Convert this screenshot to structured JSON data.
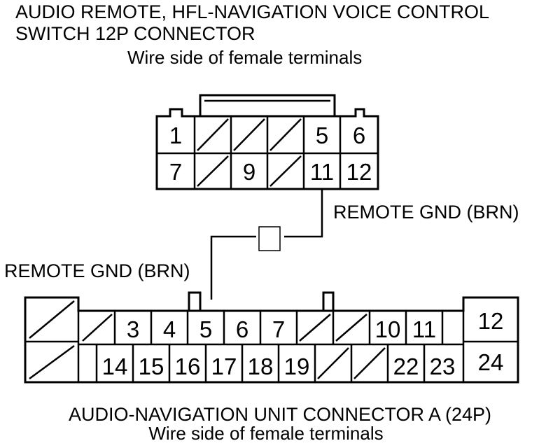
{
  "top_connector": {
    "title_line1": "AUDIO REMOTE, HFL-NAVIGATION VOICE CONTROL",
    "title_line2": "SWITCH 12P CONNECTOR",
    "subtitle": "Wire side of female terminals",
    "pins": [
      {
        "id": "t1",
        "label": "1"
      },
      {
        "id": "t5",
        "label": "5"
      },
      {
        "id": "t6",
        "label": "6"
      },
      {
        "id": "t7",
        "label": "7"
      },
      {
        "id": "t9",
        "label": "9"
      },
      {
        "id": "t11",
        "label": "11"
      },
      {
        "id": "t12",
        "label": "12"
      }
    ]
  },
  "wires": {
    "top_label": "REMOTE GND (BRN)",
    "bottom_label": "REMOTE GND (BRN)"
  },
  "bottom_connector": {
    "title": "AUDIO-NAVIGATION UNIT CONNECTOR A (24P)",
    "subtitle": "Wire side of female terminals",
    "pins": [
      {
        "id": "b3",
        "label": "3"
      },
      {
        "id": "b4",
        "label": "4"
      },
      {
        "id": "b5",
        "label": "5"
      },
      {
        "id": "b6",
        "label": "6"
      },
      {
        "id": "b7",
        "label": "7"
      },
      {
        "id": "b10",
        "label": "10"
      },
      {
        "id": "b11",
        "label": "11"
      },
      {
        "id": "b12",
        "label": "12"
      },
      {
        "id": "b14",
        "label": "14"
      },
      {
        "id": "b15",
        "label": "15"
      },
      {
        "id": "b16",
        "label": "16"
      },
      {
        "id": "b17",
        "label": "17"
      },
      {
        "id": "b18",
        "label": "18"
      },
      {
        "id": "b19",
        "label": "19"
      },
      {
        "id": "b22",
        "label": "22"
      },
      {
        "id": "b23",
        "label": "23"
      },
      {
        "id": "b24",
        "label": "24"
      }
    ]
  }
}
